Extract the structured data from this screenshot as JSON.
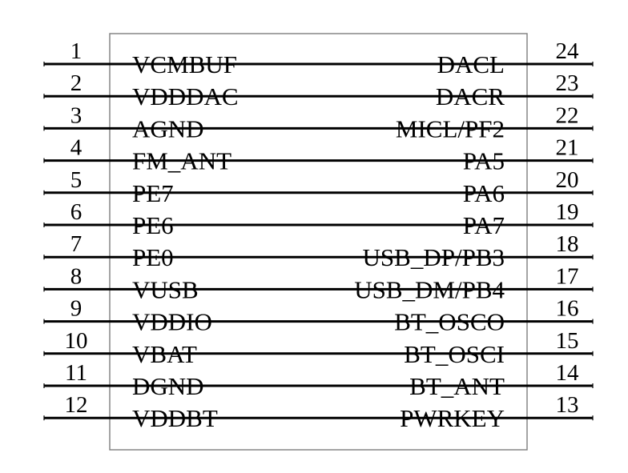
{
  "component": {
    "left_pins": [
      {
        "number": "1",
        "name": "VCMBUF"
      },
      {
        "number": "2",
        "name": "VDDDAC"
      },
      {
        "number": "3",
        "name": "AGND"
      },
      {
        "number": "4",
        "name": "FM_ANT"
      },
      {
        "number": "5",
        "name": "PE7"
      },
      {
        "number": "6",
        "name": "PE6"
      },
      {
        "number": "7",
        "name": "PE0"
      },
      {
        "number": "8",
        "name": "VUSB"
      },
      {
        "number": "9",
        "name": "VDDIO"
      },
      {
        "number": "10",
        "name": "VBAT"
      },
      {
        "number": "11",
        "name": "DGND"
      },
      {
        "number": "12",
        "name": "VDDBT"
      }
    ],
    "right_pins": [
      {
        "number": "24",
        "name": "DACL"
      },
      {
        "number": "23",
        "name": "DACR"
      },
      {
        "number": "22",
        "name": "MICL/PF2"
      },
      {
        "number": "21",
        "name": "PA5"
      },
      {
        "number": "20",
        "name": "PA6"
      },
      {
        "number": "19",
        "name": "PA7"
      },
      {
        "number": "18",
        "name": "USB_DP/PB3"
      },
      {
        "number": "17",
        "name": "USB_DM/PB4"
      },
      {
        "number": "16",
        "name": "BT_OSCO"
      },
      {
        "number": "15",
        "name": "BT_OSCI"
      },
      {
        "number": "14",
        "name": "BT_ANT"
      },
      {
        "number": "13",
        "name": "PWRKEY"
      }
    ]
  }
}
